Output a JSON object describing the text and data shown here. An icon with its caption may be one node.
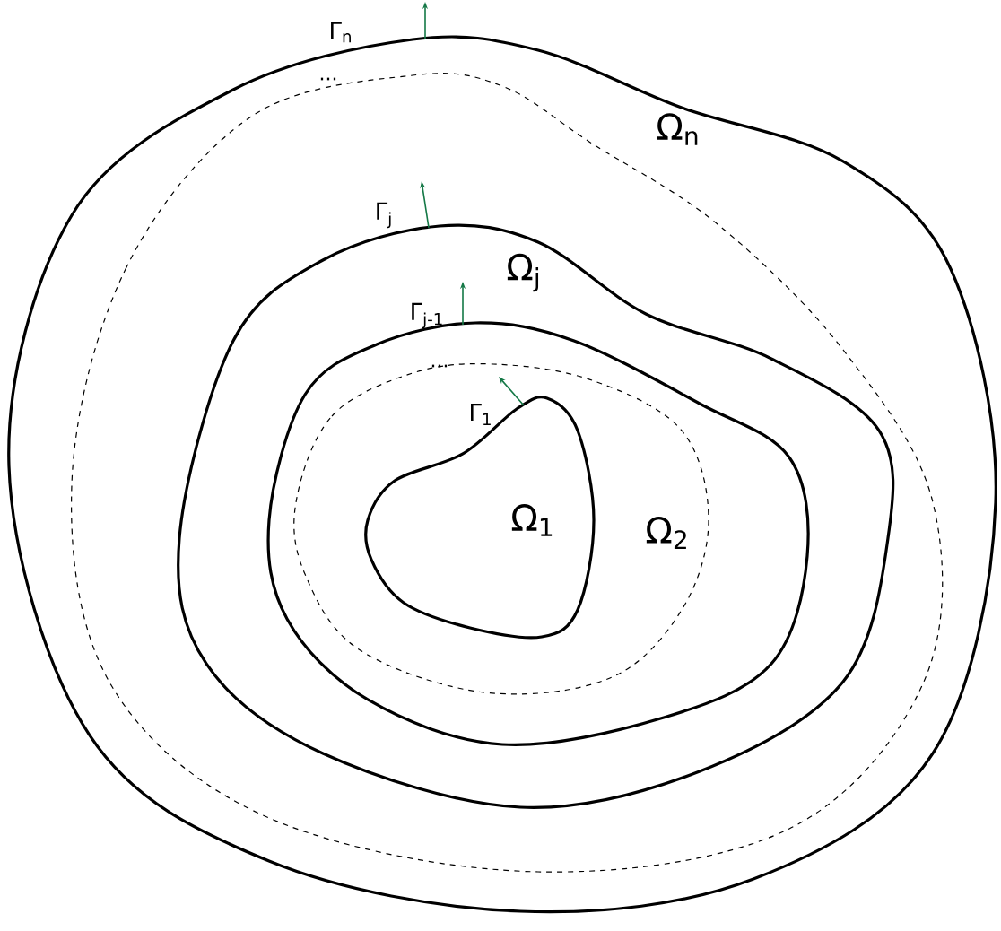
{
  "diagram": {
    "labels": [
      "Γ$_{n}$",
      "...",
      "Ω$_{n}$",
      "Γ$_{j}$",
      "Ω$_{j}$",
      "Γ$_{j-1}$",
      "...",
      "Γ$_{1}$",
      "Ω$_{1}$",
      "Ω$_{2}$"
    ]
  }
}
